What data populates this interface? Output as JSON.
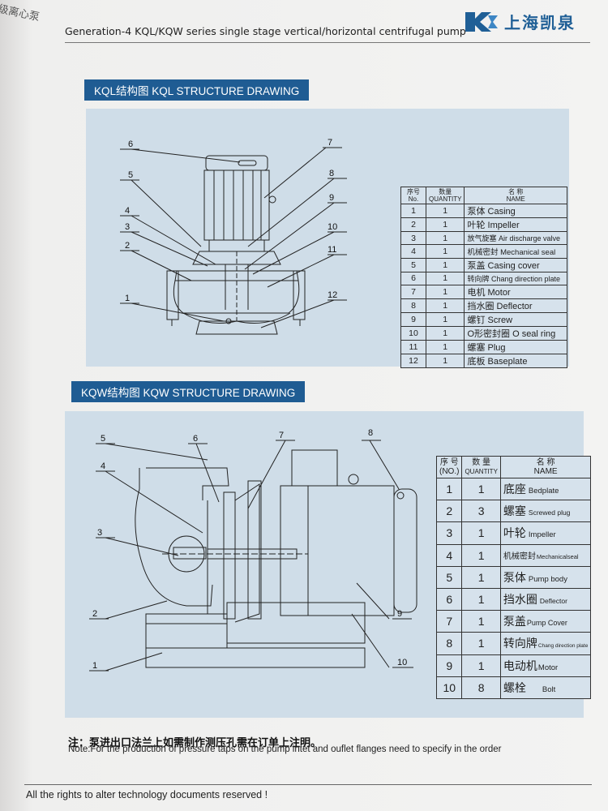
{
  "header": {
    "corner_text": "级离心泵",
    "title": "Generation-4 KQL/KQW series single stage vertical/horizontal centrifugal pump",
    "logo_text": "上海凯泉"
  },
  "kql": {
    "banner": "KQL结构图 KQL STRUCTURE DRAWING",
    "labels": [
      "1",
      "2",
      "3",
      "4",
      "5",
      "6",
      "7",
      "8",
      "9",
      "10",
      "11",
      "12"
    ],
    "table": {
      "h_no_zh": "序号",
      "h_no_en": "No.",
      "h_qty_zh": "数量",
      "h_qty_en": "QUANTITY",
      "h_name_zh": "名 称",
      "h_name_en": "NAME",
      "rows": [
        {
          "no": "1",
          "qty": "1",
          "zh": "泵体",
          "en": "Casing"
        },
        {
          "no": "2",
          "qty": "1",
          "zh": "叶轮",
          "en": "Impeller"
        },
        {
          "no": "3",
          "qty": "1",
          "zh": "放气旋塞",
          "en": "Air discharge valve"
        },
        {
          "no": "4",
          "qty": "1",
          "zh": "机械密封",
          "en": "Mechanical seal"
        },
        {
          "no": "5",
          "qty": "1",
          "zh": "泵盖",
          "en": "Casing cover"
        },
        {
          "no": "6",
          "qty": "1",
          "zh": "转向牌",
          "en": "Chang direction plate"
        },
        {
          "no": "7",
          "qty": "1",
          "zh": "电机",
          "en": "Motor"
        },
        {
          "no": "8",
          "qty": "1",
          "zh": "挡水圈",
          "en": "Deflector"
        },
        {
          "no": "9",
          "qty": "1",
          "zh": "螺钉",
          "en": "Screw"
        },
        {
          "no": "10",
          "qty": "1",
          "zh": "O形密封圈",
          "en": "O seal ring"
        },
        {
          "no": "11",
          "qty": "1",
          "zh": "螺塞",
          "en": "Plug"
        },
        {
          "no": "12",
          "qty": "1",
          "zh": "底板",
          "en": "Baseplate"
        }
      ]
    }
  },
  "kqw": {
    "banner": "KQW结构图 KQW STRUCTURE DRAWING",
    "labels": [
      "1",
      "2",
      "3",
      "4",
      "5",
      "6",
      "7",
      "8",
      "9",
      "10"
    ],
    "table": {
      "h_no_zh": "序 号",
      "h_no_en": "(NO.)",
      "h_qty_zh": "数 量",
      "h_qty_en": "QUANTITY",
      "h_name_zh": "名 称",
      "h_name_en": "NAME",
      "rows": [
        {
          "no": "1",
          "qty": "1",
          "zh": "底座",
          "en": "Bedplate"
        },
        {
          "no": "2",
          "qty": "3",
          "zh": "螺塞",
          "en": "Screwed plug"
        },
        {
          "no": "3",
          "qty": "1",
          "zh": "叶轮",
          "en": "Impeller"
        },
        {
          "no": "4",
          "qty": "1",
          "zh": "机械密封",
          "en": "Mechanicalseal"
        },
        {
          "no": "5",
          "qty": "1",
          "zh": "泵体",
          "en": "Pump body"
        },
        {
          "no": "6",
          "qty": "1",
          "zh": "挡水圈",
          "en": "Deflector"
        },
        {
          "no": "7",
          "qty": "1",
          "zh": "泵盖",
          "en": "Pump Cover"
        },
        {
          "no": "8",
          "qty": "1",
          "zh": "转向牌",
          "en": "Chang direction plate"
        },
        {
          "no": "9",
          "qty": "1",
          "zh": "电动机",
          "en": "Motor"
        },
        {
          "no": "10",
          "qty": "8",
          "zh": "螺栓",
          "en": "Bolt"
        }
      ]
    }
  },
  "note": {
    "zh": "注：泵进出口法兰上如需制作测压孔需在订单上注明。",
    "en": "Note:For the production of pressure taps on the pump intet and ouflet flanges need to specify in the order"
  },
  "footer": {
    "text": "All the rights to alter technology documents reserved !"
  }
}
